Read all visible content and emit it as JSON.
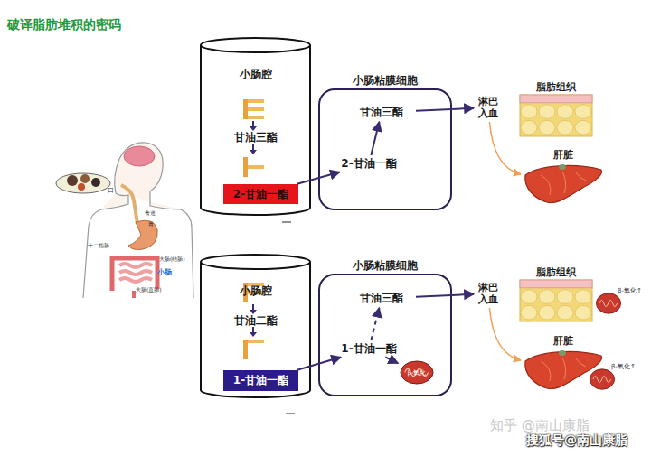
{
  "diagram": {
    "title": "破译脂肪堆积的密码",
    "nodes": [
      {
        "text": [
          "小肠腔"
        ]
      },
      {
        "text": [
          "2-甘油一酯"
        ],
        "in": 0
      },
      {
        "text": [
          "小肠粘膜细胞"
        ]
      },
      {
        "text": [
          "甘油三酯"
        ],
        "in": 2
      },
      {
        "text": [
          "2-甘油一酯"
        ],
        "in": 2
      },
      {
        "text": [
          "淋巴 入血"
        ]
      },
      {
        "text": [
          "脂肪组织"
        ]
      },
      {
        "text": [
          "肝脏"
        ]
      },
      {
        "text": [
          "小肠腔"
        ]
      },
      {
        "text": [
          "1-甘油一酯"
        ],
        "in": 8
      },
      {
        "text": [
          "小肠粘膜细胞"
        ]
      },
      {
        "text": [
          "甘油三酯"
        ],
        "in": 10
      },
      {
        "text": [
          "1-甘油一酯"
        ],
        "in": 10
      },
      {
        "text": [
          "β-氧化"
        ],
        "in": 10
      },
      {
        "text": [
          "淋巴 入血"
        ]
      },
      {
        "text": [
          "脂肪组织"
        ]
      },
      {
        "text": [
          "β-氧化↑"
        ]
      },
      {
        "text": [
          "肝脏"
        ]
      },
      {
        "text": [
          "β-氧化↑"
        ]
      }
    ],
    "edges": [
      {
        "from": 1,
        "to": 4,
        "arrow": "to"
      },
      {
        "from": 4,
        "to": 3,
        "arrow": "to"
      },
      {
        "from": 3,
        "to": 5,
        "arrow": "to"
      },
      {
        "from": 5,
        "to": 7,
        "arrow": "to"
      },
      {
        "from": 9,
        "to": 12,
        "arrow": "to"
      },
      {
        "from": 12,
        "to": 11,
        "arrow": "to"
      },
      {
        "from": 12,
        "to": 13,
        "arrow": "to"
      },
      {
        "from": 11,
        "to": 14,
        "arrow": "to"
      },
      {
        "from": 14,
        "to": 17,
        "arrow": "to"
      }
    ],
    "labels": [
      "甘油三酯",
      "甘油二酯",
      "口",
      "食道",
      "胃",
      "十二指肠",
      "大肠(结肠)",
      "小肠",
      "大肠(直肠)",
      "知乎 @南山康脂",
      "搜狐号@南山康脂"
    ]
  }
}
